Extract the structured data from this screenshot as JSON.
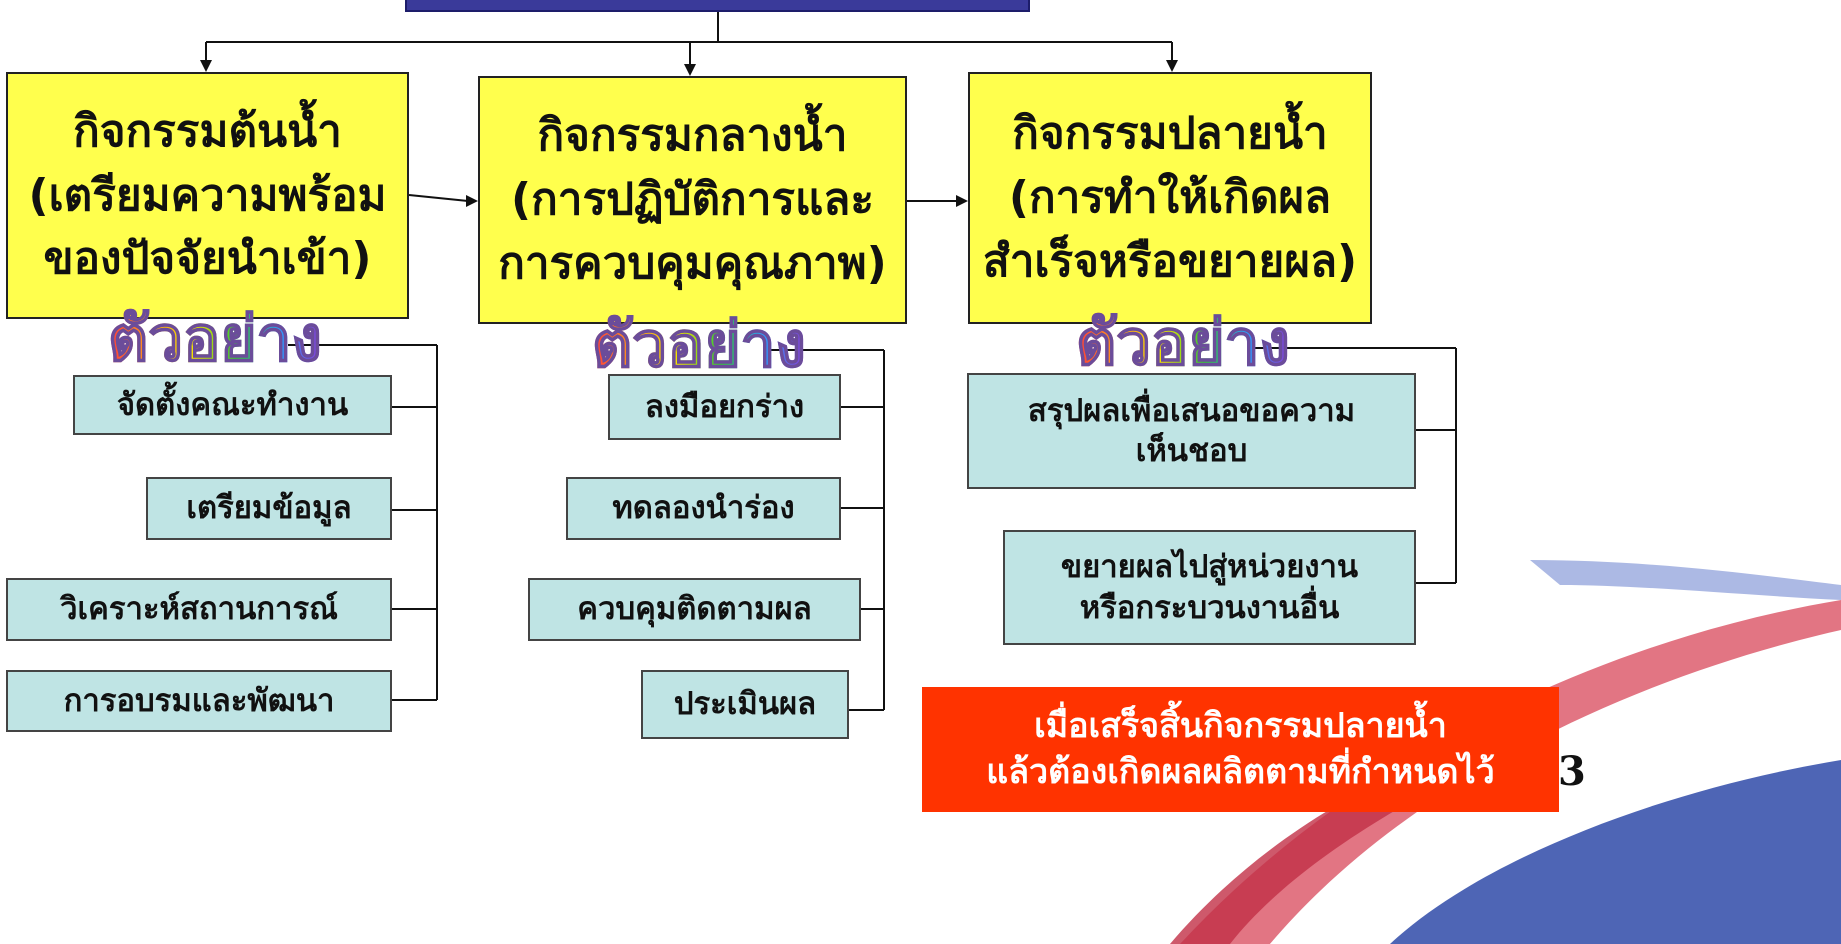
{
  "stages": [
    {
      "lines": [
        "กิจกรรมต้นน้ำ",
        "(เตรียมความพร้อม",
        "ของปัจจัยนำเข้า)"
      ]
    },
    {
      "lines": [
        "กิจกรรมกลางน้ำ",
        "(การปฏิบัติการและ",
        "การควบคุมคุณภาพ)"
      ]
    },
    {
      "lines": [
        "กิจกรรมปลายน้ำ",
        "(การทำให้เกิดผล",
        "สำเร็จหรือขยายผล)"
      ]
    }
  ],
  "example_label": "ตัวอย่าง",
  "upstream_items": [
    "จัดตั้งคณะทำงาน",
    "เตรียมข้อมูล",
    "วิเคราะห์สถานการณ์",
    "การอบรมและพัฒนา"
  ],
  "midstream_items": [
    "ลงมือยกร่าง",
    "ทดลองนำร่อง",
    "ควบคุมติดตามผล",
    "ประเมินผล"
  ],
  "downstream_items": [
    {
      "line1": "สรุปผลเพื่อเสนอขอความ",
      "line2": "เห็นชอบ"
    },
    {
      "line1": "ขยายผลไปสู่หน่วยงาน",
      "line2": "หรือกระบวนงานอื่น"
    }
  ],
  "note": {
    "line1": "เมื่อเสร็จสิ้นกิจกรรมปลายน้ำ",
    "line2": "แล้วต้องเกิดผลผลิตตามที่กำหนดไว้"
  },
  "page_number": "3",
  "colors": {
    "stage_fill": "#ffff4d",
    "item_fill": "#bfe4e4",
    "note_fill": "#ff3300",
    "title_bar": "#3a3a9a"
  }
}
